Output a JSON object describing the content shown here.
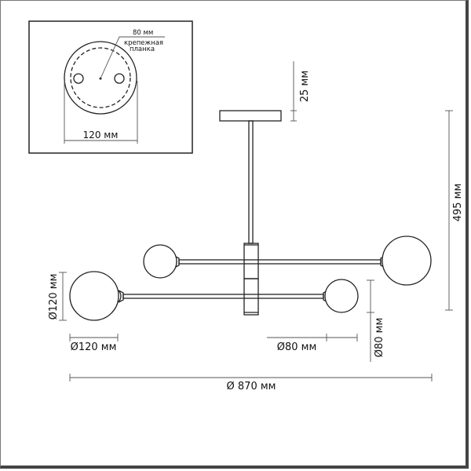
{
  "inset": {
    "mount_plate_size": "80 мм",
    "mount_plate_label_line1": "крепежная",
    "mount_plate_label_line2": "планка",
    "canopy_diameter": "120 мм"
  },
  "dimensions": {
    "canopy_height": "25 мм",
    "total_height": "495 мм",
    "large_globe_vertical": "Ø120 мм",
    "large_globe_horizontal": "Ø120 мм",
    "small_globe_horizontal": "Ø80 мм",
    "small_globe_vertical": "Ø80 мм",
    "total_width": "Ø 870 мм"
  }
}
